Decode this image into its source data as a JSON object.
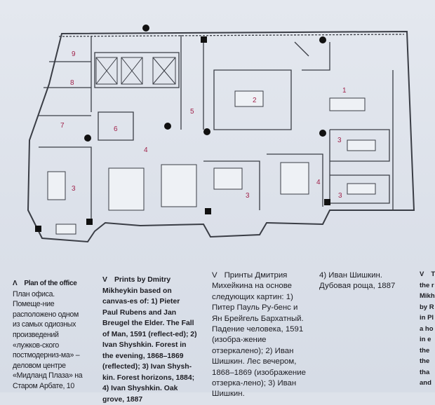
{
  "plan": {
    "room_labels": [
      "9",
      "8",
      "7",
      "6",
      "5",
      "4",
      "3",
      "2",
      "1",
      "3",
      "3",
      "4",
      "3",
      "3"
    ]
  },
  "caption_plan": {
    "marker": "Λ",
    "title": "Plan of the office",
    "text": "План офиса. Помеще-ние расположено одном из самых одиозных произведений «лужков-ского постмодерниз-ма» – деловом центре «Мидланд Плаза» на Старом Арбате, 10"
  },
  "caption_prints_en": {
    "marker": "V",
    "text": "Prints by Dmitry Mikheykin based on canvas-es of: 1) Pieter Paul Rubens and Jan Breugel the Elder. The Fall of Man, 1591 (reflect-ed); 2) Ivan Shyshkin. Forest in the evening, 1868–1869 (reflected); 3) Ivan Shysh-kin. Forest horizons, 1884; 4) Ivan Shyshkin. Oak grove, 1887"
  },
  "caption_prints_ru": {
    "marker": "V",
    "text": "Принты Дмитрия Михейкина на основе следующих картин: 1) Питер Пауль Ру-бенс и Ян Брейгель Бархатный. Падение человека, 1591 (изобра-жение отзеркалено); 2) Иван Шишкин. Лес вечером, 1868–1869 (изображение отзерка-лено); 3) Иван Шишкин."
  },
  "caption_prints_ru_cont": {
    "text": "4) Иван Шишкин. Дубовая роща, 1887"
  },
  "caption_cut": {
    "marker": "V",
    "lines": [
      "T",
      "the r",
      "Mikh",
      "by R",
      "in Pl",
      "a ho",
      "in e",
      "the",
      "the",
      "tha",
      "and"
    ]
  }
}
